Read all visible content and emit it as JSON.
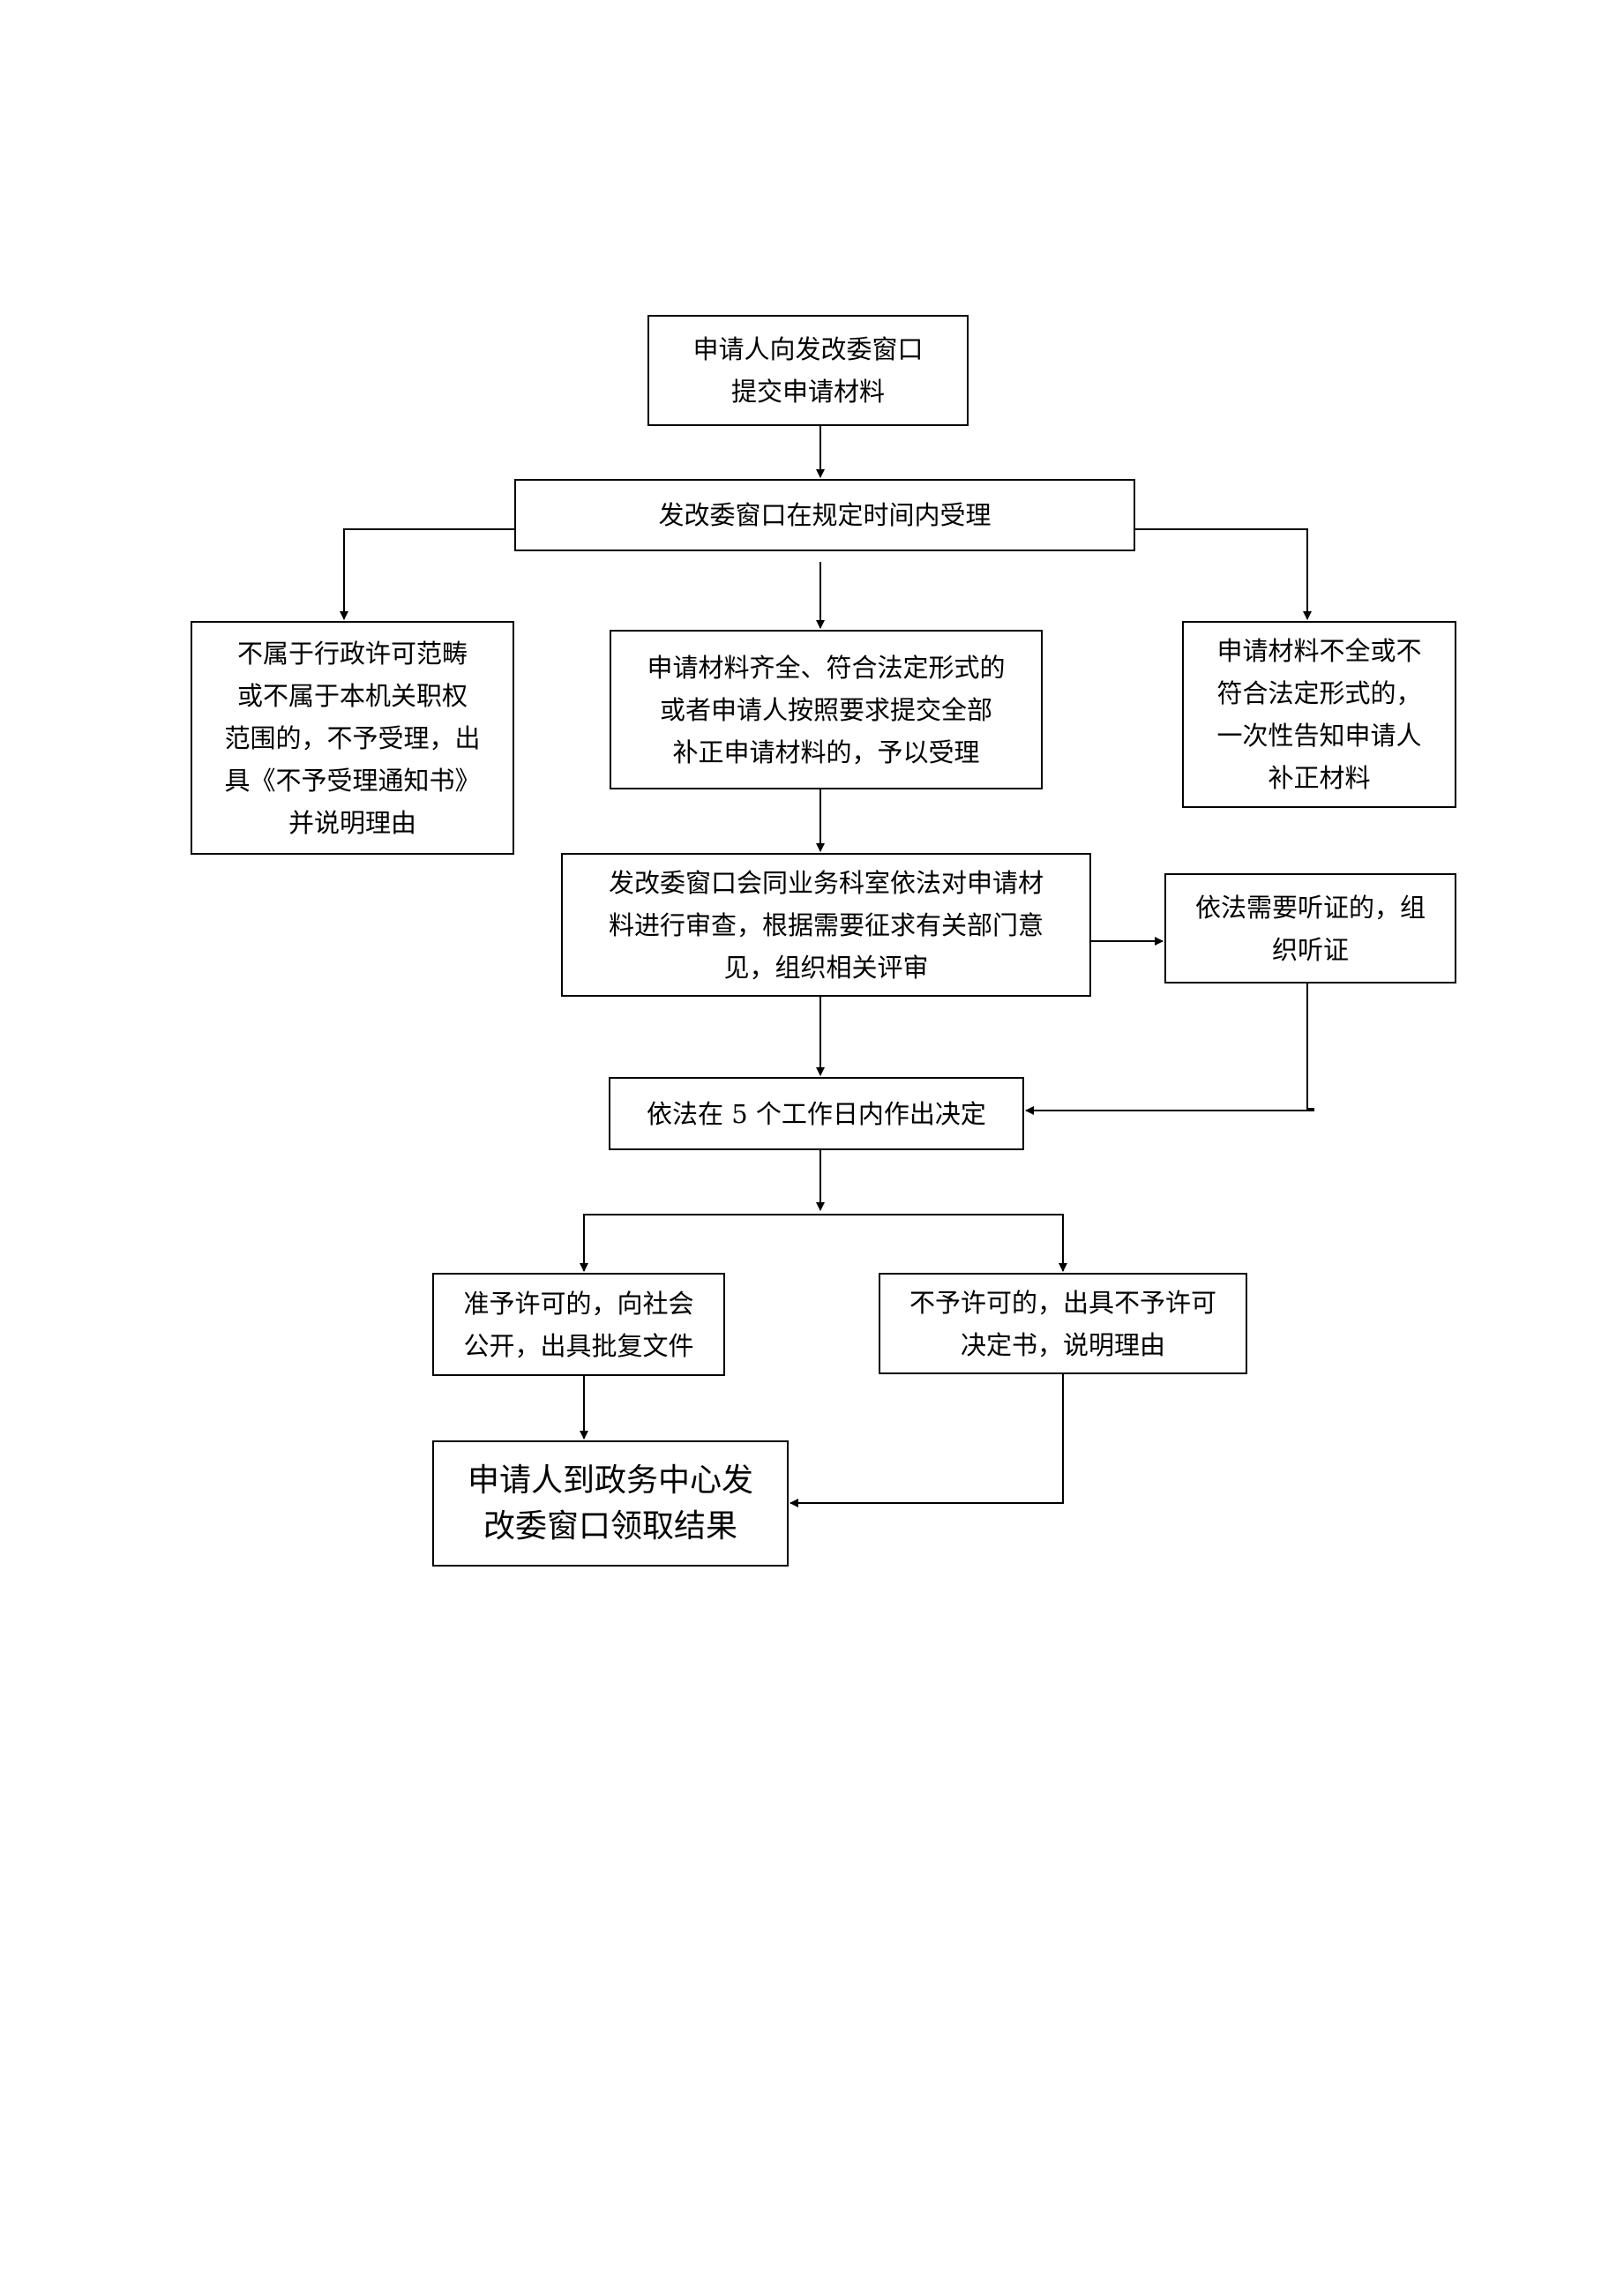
{
  "flowchart": {
    "submit": "申请人向发改委窗口\n提交申请材料",
    "accept_window": "发改委窗口在规定时间内受理",
    "not_in_scope": "不属于行政许可范畴\n或不属于本机关职权\n范围的，不予受理，出\n具《不予受理通知书》\n并说明理由",
    "materials_complete": "申请材料齐全、符合法定形式的\n或者申请人按照要求提交全部\n补正申请材料的，予以受理",
    "materials_incomplete": "申请材料不全或不\n符合法定形式的，\n一次性告知申请人\n补正材料",
    "review": "发改委窗口会同业务科室依法对申请材\n料进行审查，根据需要征求有关部门意\n见，组织相关评审",
    "hearing": "依法需要听证的，组\n织听证",
    "decision": "依法在 5 个工作日内作出决定",
    "approve": "准予许可的，向社会\n公开，出具批复文件",
    "reject": "不予许可的，出具不予许可\n决定书，说明理由",
    "result": "申请人到政务中心发\n改委窗口领取结果"
  }
}
